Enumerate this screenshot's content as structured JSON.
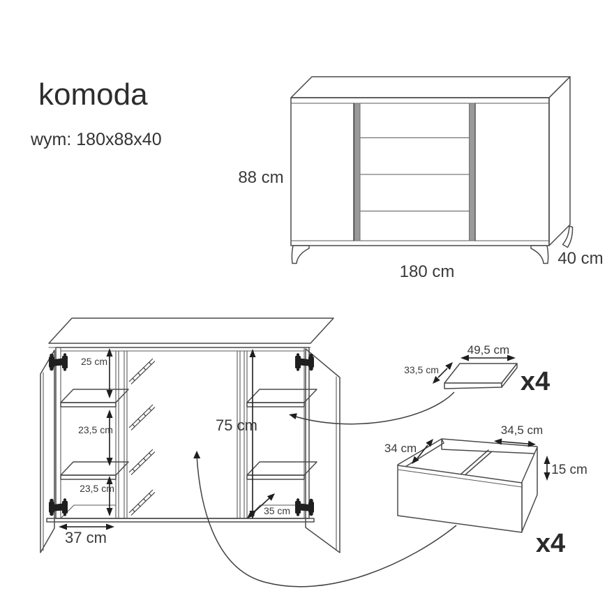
{
  "page": {
    "title": "komoda",
    "dimensions_line": "wym: 180x88x40"
  },
  "colors": {
    "background": "#ffffff",
    "line": "#4a4a4a",
    "text": "#3a3a3a",
    "arrow": "#1e1e1e",
    "handle": "#9a9a9a"
  },
  "perspective_view": {
    "height": "88 cm",
    "width": "180 cm",
    "depth": "40 cm"
  },
  "front_view": {
    "top_compartment": "25 cm",
    "middle_compartment": "23,5 cm",
    "bottom_compartment": "23,5 cm",
    "compartment_width": "37 cm",
    "interior_height": "75 cm",
    "bottom_shelf_depth": "35 cm"
  },
  "shelf_part": {
    "width": "49,5 cm",
    "depth": "33,5 cm",
    "quantity": "x4"
  },
  "drawer_part": {
    "width": "34,5 cm",
    "depth": "34 cm",
    "height": "15 cm",
    "quantity": "x4"
  }
}
